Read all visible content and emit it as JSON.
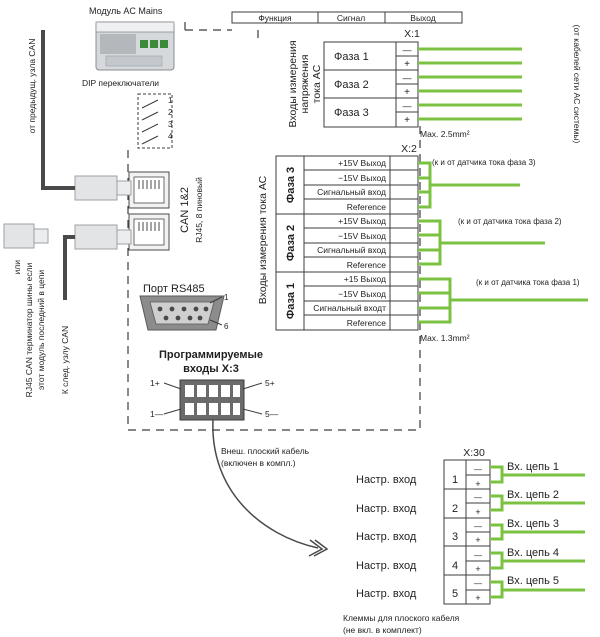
{
  "module": {
    "title": "Модуль AC Mains",
    "dip_label": "DIP переключатели",
    "dip_numbers": [
      "1",
      "2",
      "3",
      "4"
    ]
  },
  "header": {
    "col1": "Функция",
    "col2": "Сигнал",
    "col3": "Выход"
  },
  "x1": {
    "title": "X:1",
    "group_label_line1": "Входы измерения",
    "group_label_line2": "напряжения",
    "group_label_line3": "тока AC",
    "phases": [
      "Фаза 1",
      "Фаза 2",
      "Фаза 3"
    ],
    "minus": "—",
    "plus": "+",
    "max_note": "Max. 2.5mm²",
    "side_note": "(от кабелей сети AC системы)"
  },
  "x2": {
    "title": "X:2",
    "group_label": "Входы измерения тока АС",
    "phases": [
      {
        "label": "Фаза 3",
        "signals": [
          "+15V Выход",
          "−15V Выход",
          "Сигнальный вход",
          "Reference"
        ],
        "note": "(к и от датчика тока фаза 3)"
      },
      {
        "label": "Фаза 2",
        "signals": [
          "+15V Выход",
          "−15V Выход",
          "Сигнальный вход",
          "Reference"
        ],
        "note": "(к и от датчика тока фаза 2)"
      },
      {
        "label": "Фаза 1",
        "signals": [
          "+15 Выход",
          "−15V Выход",
          "Сигнальный входт",
          "Reference"
        ],
        "note": "(к и от датчика тока фаза 1)"
      }
    ],
    "max_note": "Max. 1.3mm²"
  },
  "can": {
    "label": "CAN 1&2",
    "sub_label": "RJ45, 8 пиновый",
    "prev_label": "от предыдущ. узла CAN",
    "next_label": "К след. узлу CAN",
    "terminator_line1": "или",
    "terminator_line2": "RJ45 CAN терминатор шины если",
    "terminator_line3": "этот модуль последний в цепи"
  },
  "rs485": {
    "label": "Порт RS485",
    "pin1": "1",
    "pin6": "6"
  },
  "prog": {
    "title_line1": "Программируемые",
    "title_line2": "входы X:3",
    "p1plus": "1+",
    "p5plus": "5+",
    "p1minus": "1—",
    "p5minus": "5—",
    "cable_line1": "Внеш. плоский кабель",
    "cable_line2": "(включен в компл.)"
  },
  "x30": {
    "title": "X:30",
    "rows": [
      {
        "label": "Настр. вход",
        "num": "1",
        "circuit": "Вх. цепь 1"
      },
      {
        "label": "Настр. вход",
        "num": "2",
        "circuit": "Вх. цепь 2"
      },
      {
        "label": "Настр. вход",
        "num": "3",
        "circuit": "Вх. цепь 3"
      },
      {
        "label": "Настр. вход",
        "num": "4",
        "circuit": "Вх. цепь 4"
      },
      {
        "label": "Настр. вход",
        "num": "5",
        "circuit": "Вх. цепь 5"
      }
    ],
    "minus": "—",
    "plus": "+",
    "note_line1": "Клеммы для плоского кабеля",
    "note_line2": "(не вкл. в комплект)"
  }
}
